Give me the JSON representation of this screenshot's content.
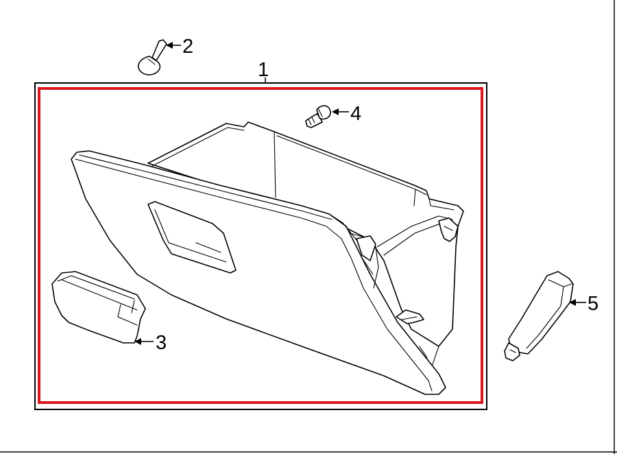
{
  "colors": {
    "assembly_outline": "#000000",
    "highlight_frame": "#d7191f",
    "background": "#ffffff",
    "line": "#000000"
  },
  "callouts": [
    {
      "id": "1",
      "label": "1"
    },
    {
      "id": "2",
      "label": "2"
    },
    {
      "id": "3",
      "label": "3"
    },
    {
      "id": "4",
      "label": "4"
    },
    {
      "id": "5",
      "label": "5"
    }
  ]
}
